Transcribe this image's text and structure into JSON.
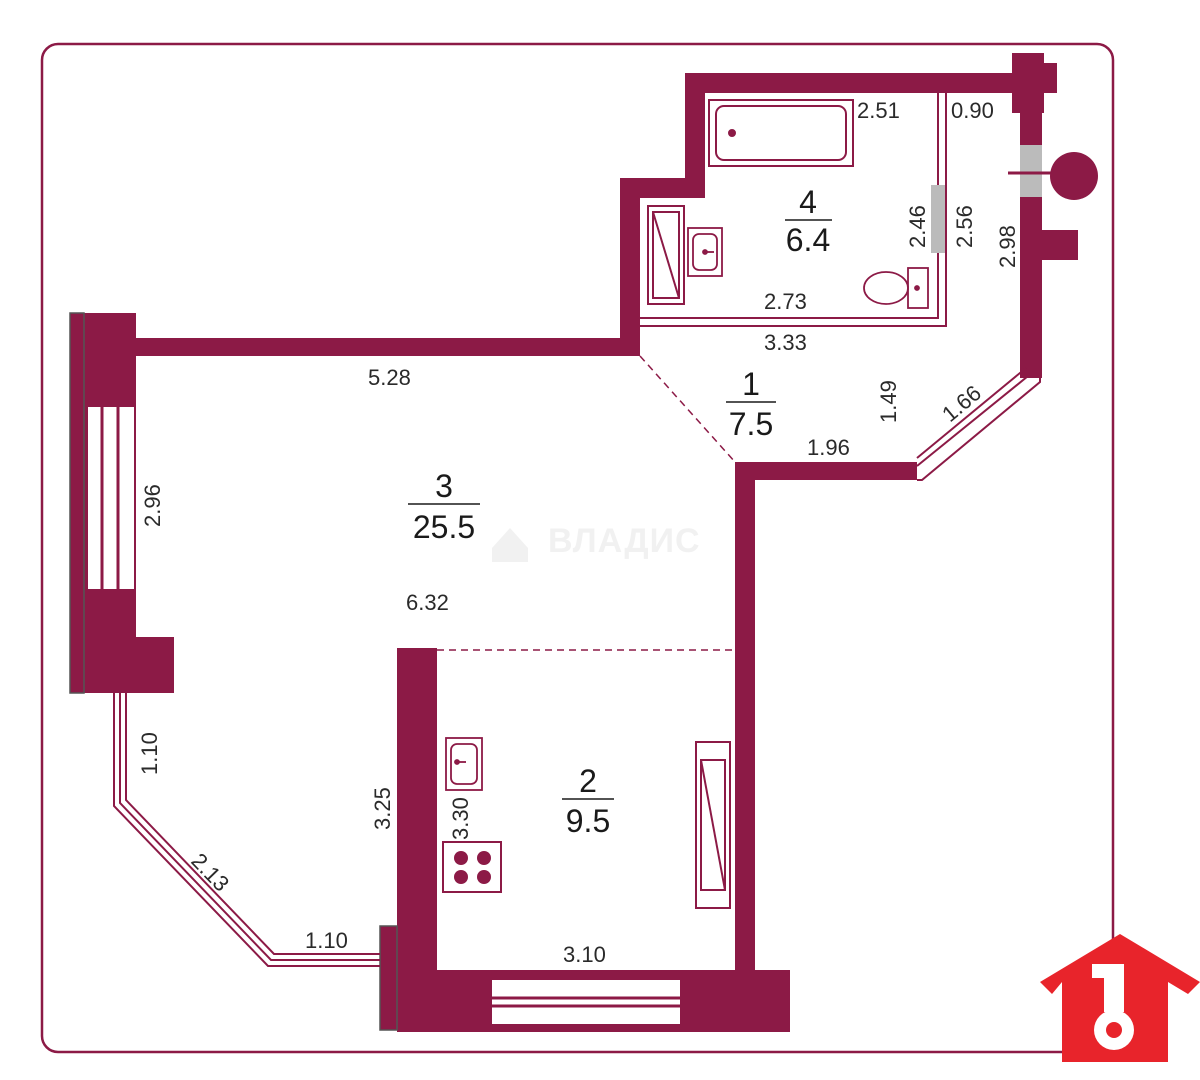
{
  "rooms": [
    {
      "number": "1",
      "area": "7.5"
    },
    {
      "number": "2",
      "area": "9.5"
    },
    {
      "number": "3",
      "area": "25.5"
    },
    {
      "number": "4",
      "area": "6.4"
    }
  ],
  "dimensions": {
    "bath_width": "2.51",
    "shaft_width": "0.90",
    "bath_height_a": "2.46",
    "bath_height_b": "2.56",
    "bath_bottom_inner": "2.73",
    "bath_bottom_outer": "3.33",
    "right_wall": "2.98",
    "hall_right": "1.49",
    "hall_diag": "1.66",
    "hall_bottom": "1.96",
    "living_top": "5.28",
    "living_left": "2.96",
    "living_mid": "6.32",
    "bay_top": "1.10",
    "bay_diag": "2.13",
    "bay_bottom": "1.10",
    "kitchen_left_outer": "3.25",
    "kitchen_left_inner": "3.30",
    "kitchen_bottom": "3.10"
  },
  "watermark": {
    "text": "ВЛАДИС"
  },
  "colors": {
    "wall": "#8c1a46",
    "accent": "#e8242b",
    "border": "#8c1a46",
    "window": "#888888"
  }
}
